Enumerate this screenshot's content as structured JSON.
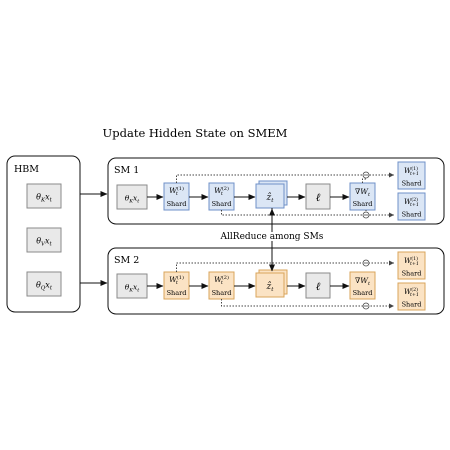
{
  "title": "Update Hidden State on SMEM",
  "hbm": {
    "label": "HBM",
    "items": [
      "θ_K x_t",
      "θ_V x_t",
      "θ_Q x_t"
    ]
  },
  "sm1": {
    "label": "SM 1",
    "input": "θ_K x_t",
    "w1": "W_t^(1)",
    "w2": "W_t^(2)",
    "shard": "Shard",
    "z": "ẑ_t",
    "loss": "ℓ",
    "grad": "∇W_t",
    "out1": "W_{t+1}^(1)",
    "out2": "W_{t+1}^(2)"
  },
  "sm2": {
    "label": "SM 2",
    "input": "θ_K x_t",
    "w1": "W_t^(1)",
    "w2": "W_t^(2)",
    "shard": "Shard",
    "z": "ẑ_t",
    "loss": "ℓ",
    "grad": "∇W_t",
    "out1": "W_{t+1}^(1)",
    "out2": "W_{t+1}^(2)"
  },
  "allreduce": "AllReduce among SMs",
  "colors": {
    "blue_fill": "#dbe6f5",
    "blue_stroke": "#6f90c8",
    "orange_fill": "#fbe3c4",
    "orange_stroke": "#d9a55b",
    "gray_fill": "#e9e9e9",
    "gray_stroke": "#8a8a8a"
  }
}
